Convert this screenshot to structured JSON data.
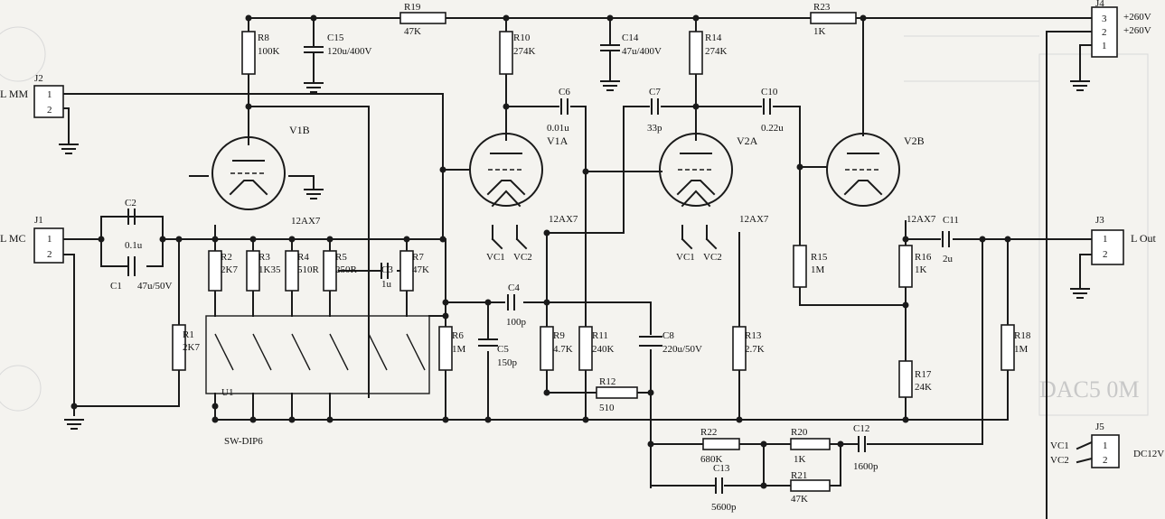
{
  "labels": {
    "j2": "J2",
    "j2_p1": "1",
    "j2_p2": "2",
    "in_mm": "L MM",
    "j1": "J1",
    "j1_p1": "1",
    "j1_p2": "2",
    "in_mc": "L MC",
    "c2": "C2",
    "c2_val": "0.1u",
    "c1": "C1",
    "c1_val": "47u/50V",
    "r1": "R1",
    "r1_val": "2K7",
    "r2": "R2",
    "r2_val": "2K7",
    "r3": "R3",
    "r3_val": "1K35",
    "r4": "R4",
    "r4_val": "510R",
    "r5": "R5",
    "r5_val": "250R",
    "c3": "C3",
    "c3_val": "1u",
    "r7": "R7",
    "r7_val": "47K",
    "r8": "R8",
    "r8_val": "100K",
    "c15": "C15",
    "c15_val": "120u/400V",
    "r19": "R19",
    "r19_val": "47K",
    "r10": "R10",
    "r10_val": "274K",
    "c14": "C14",
    "c14_val": "47u/400V",
    "r14": "R14",
    "r14_val": "274K",
    "r23": "R23",
    "r23_val": "1K",
    "j4": "J4",
    "j4_p3": "3",
    "j4_p2": "2",
    "j4_p1": "1",
    "plus260a": "+260V",
    "plus260b": "+260V",
    "v1b": "V1B",
    "v1a": "V1A",
    "v2a": "V2A",
    "v2b": "V2B",
    "tube_1": "12AX7",
    "tube_2": "12AX7",
    "tube_3": "12AX7",
    "tube_4": "12AX7",
    "c6": "C6",
    "c6_val": "0.01u",
    "c7": "C7",
    "c7_val": "33p",
    "c10": "C10",
    "c10_val": "0.22u",
    "vc1a": "VC1",
    "vc2a": "VC2",
    "vc1b": "VC1",
    "vc2b": "VC2",
    "c4": "C4",
    "c4_val": "100p",
    "c5": "C5",
    "c5_val": "150p",
    "r6": "R6",
    "r6_val": "1M",
    "r9": "R9",
    "r9_val": "4.7K",
    "r11": "R11",
    "r11_val": "240K",
    "c8": "C8",
    "c8_val": "220u/50V",
    "r13": "R13",
    "r13_val": "2.7K",
    "r12": "R12",
    "r12_val": "510",
    "r15": "R15",
    "r15_val": "1M",
    "r16": "R16",
    "r16_val": "1K",
    "r17": "R17",
    "r17_val": "24K",
    "c11": "C11",
    "c11_val": "2u",
    "r18": "R18",
    "r18_val": "1M",
    "j3": "J3",
    "j3_p1": "1",
    "j3_p2": "2",
    "out": "L Out",
    "r22": "R22",
    "r22_val": "680K",
    "r20": "R20",
    "r20_val": "1K",
    "c12": "C12",
    "c12_val": "1600p",
    "c13": "C13",
    "c13_val": "5600p",
    "r21": "R21",
    "r21_val": "47K",
    "u1": "U1",
    "sw": "SW-DIP6",
    "j5": "J5",
    "j5_p1": "1",
    "j5_p2": "2",
    "dc": "DC12V",
    "vc1_dc": "VC1",
    "vc2_dc": "VC2",
    "bg_text": "DAC5 0M"
  }
}
